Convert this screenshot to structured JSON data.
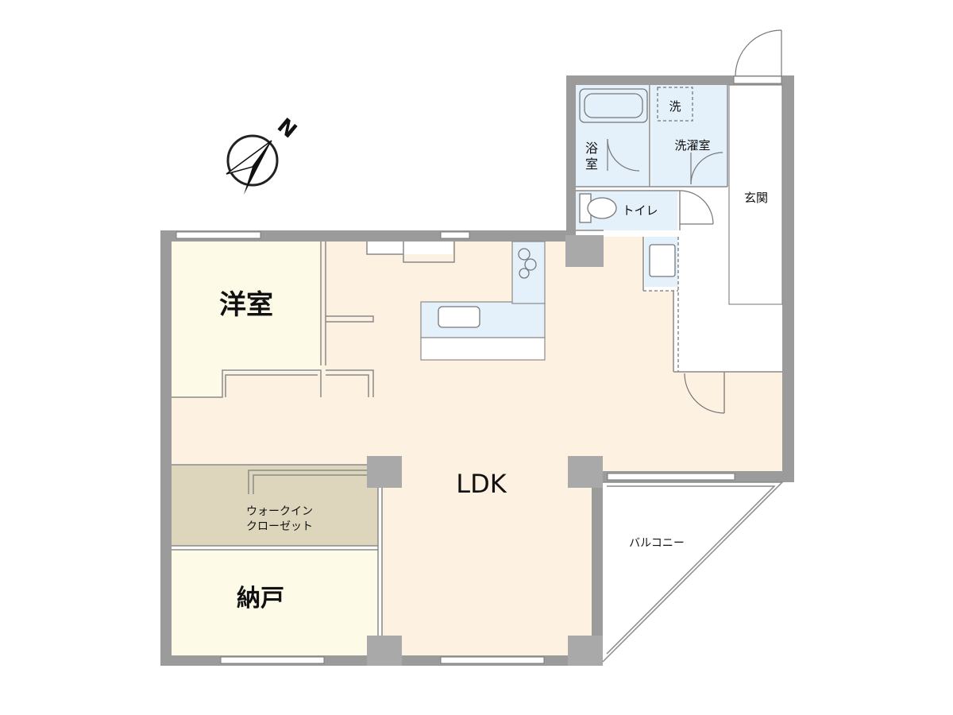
{
  "rooms": {
    "western_room": "洋室",
    "ldk": "LDK",
    "walk_in_closet_line1": "ウォークイン",
    "walk_in_closet_line2": "クローゼット",
    "storage": "納戸",
    "bathroom_line1": "浴",
    "bathroom_line2": "室",
    "laundry_room": "洗濯室",
    "washer_mark": "洗",
    "toilet": "トイレ",
    "entrance": "玄関",
    "balcony": "バルコニー"
  },
  "compass": {
    "north_letter": "N"
  },
  "colors": {
    "wall": "#9b9b9b",
    "western_room": "#fdfbe8",
    "ldk": "#fdf1e2",
    "closet": "#ddd6bc",
    "wet_area": "#e4f1fb",
    "column": "#a9a9a9"
  }
}
